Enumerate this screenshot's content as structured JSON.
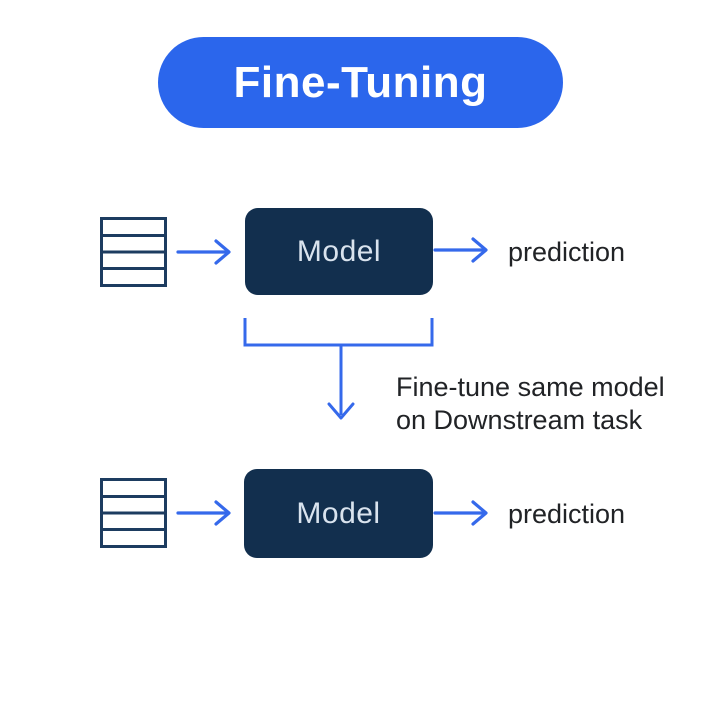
{
  "title": {
    "label": "Fine-Tuning"
  },
  "colors": {
    "pill_blue": "#2b66ec",
    "arrow_blue": "#3569eb",
    "box_navy": "#122f4e",
    "icon_outline": "#1d3c60",
    "box_text": "#d9e3ee",
    "text_dark": "#212326"
  },
  "icons": {
    "input_data": "dataset-stacked-rows-icon",
    "flow_right": "arrow-right-icon",
    "finetune_flow": "bracket-arrow-down-icon"
  },
  "rows": [
    {
      "name": "pretrained-pass",
      "model_label": "Model",
      "output_label": "prediction"
    },
    {
      "name": "finetuned-pass",
      "model_label": "Model",
      "output_label": "prediction"
    }
  ],
  "annotation": {
    "line1": "Fine-tune same model",
    "line2": "on Downstream task"
  }
}
